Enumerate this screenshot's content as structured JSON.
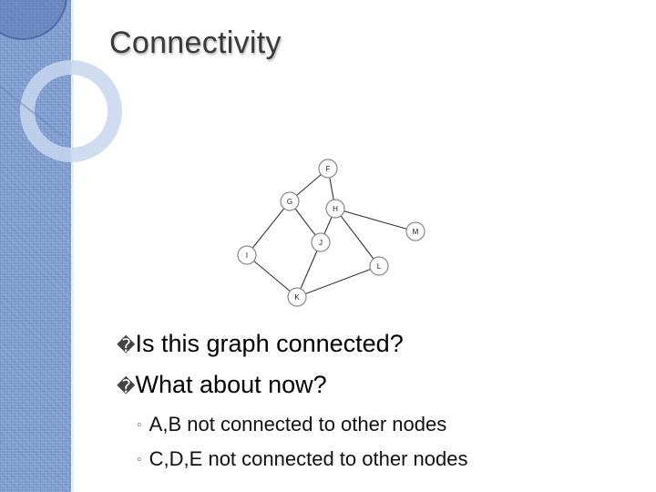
{
  "slide": {
    "title": "Connectivity",
    "bullets": [
      {
        "marker": "�",
        "text": "Is this graph connected?"
      },
      {
        "marker": "�",
        "text": "What about now?"
      }
    ],
    "sub_bullets": [
      {
        "marker": "◦",
        "text": "A,B not connected to other nodes"
      },
      {
        "marker": "◦",
        "text": "C,D,E not connected to other nodes"
      }
    ]
  },
  "graph": {
    "nodes": [
      "F",
      "G",
      "H",
      "M",
      "I",
      "J",
      "L",
      "K"
    ],
    "edges": [
      [
        "F",
        "G"
      ],
      [
        "F",
        "H"
      ],
      [
        "G",
        "I"
      ],
      [
        "G",
        "J"
      ],
      [
        "H",
        "J"
      ],
      [
        "H",
        "M"
      ],
      [
        "H",
        "L"
      ],
      [
        "I",
        "K"
      ],
      [
        "J",
        "K"
      ],
      [
        "K",
        "L"
      ]
    ]
  },
  "theme": {
    "sidebar_color": "#7f9ccf",
    "accent_ring": "#c8d7ef"
  }
}
